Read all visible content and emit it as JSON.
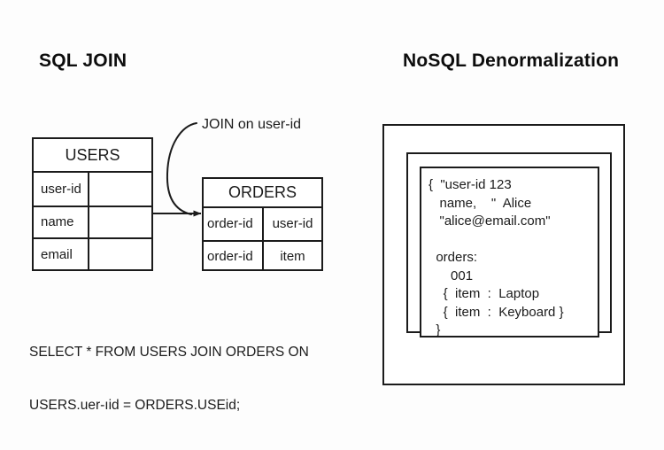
{
  "panels": {
    "left_title": "SQL JOIN",
    "right_title": "NoSQL Denormalization"
  },
  "sql": {
    "users_table": {
      "header": "USERS",
      "rows": [
        {
          "left": "user-id",
          "right": ""
        },
        {
          "left": "name",
          "right": ""
        },
        {
          "left": "email",
          "right": ""
        }
      ]
    },
    "orders_table": {
      "header": "ORDERS",
      "rows": [
        {
          "left": "order-id",
          "right": "user-id"
        },
        {
          "left": "order-id",
          "right": "item"
        }
      ]
    },
    "join_label": "JOIN on user-id",
    "query_line1": "SELECT * FROM USERS JOIN ORDERS ON",
    "query_line2": "USERS.uer-ıid = ORDERS.USEid;"
  },
  "nosql": {
    "document_text": "{  \"user-id 123\n   name,    \"  Alice\n   \"alice@email.com\"\n\n  orders:\n      001\n    {  item  :  Laptop\n    {  item  :  Keyboard }\n  }"
  },
  "colors": {
    "background": "#fdfdfd",
    "stroke": "#1b1b1b",
    "text": "#111111",
    "box_fill": "#ffffff"
  }
}
